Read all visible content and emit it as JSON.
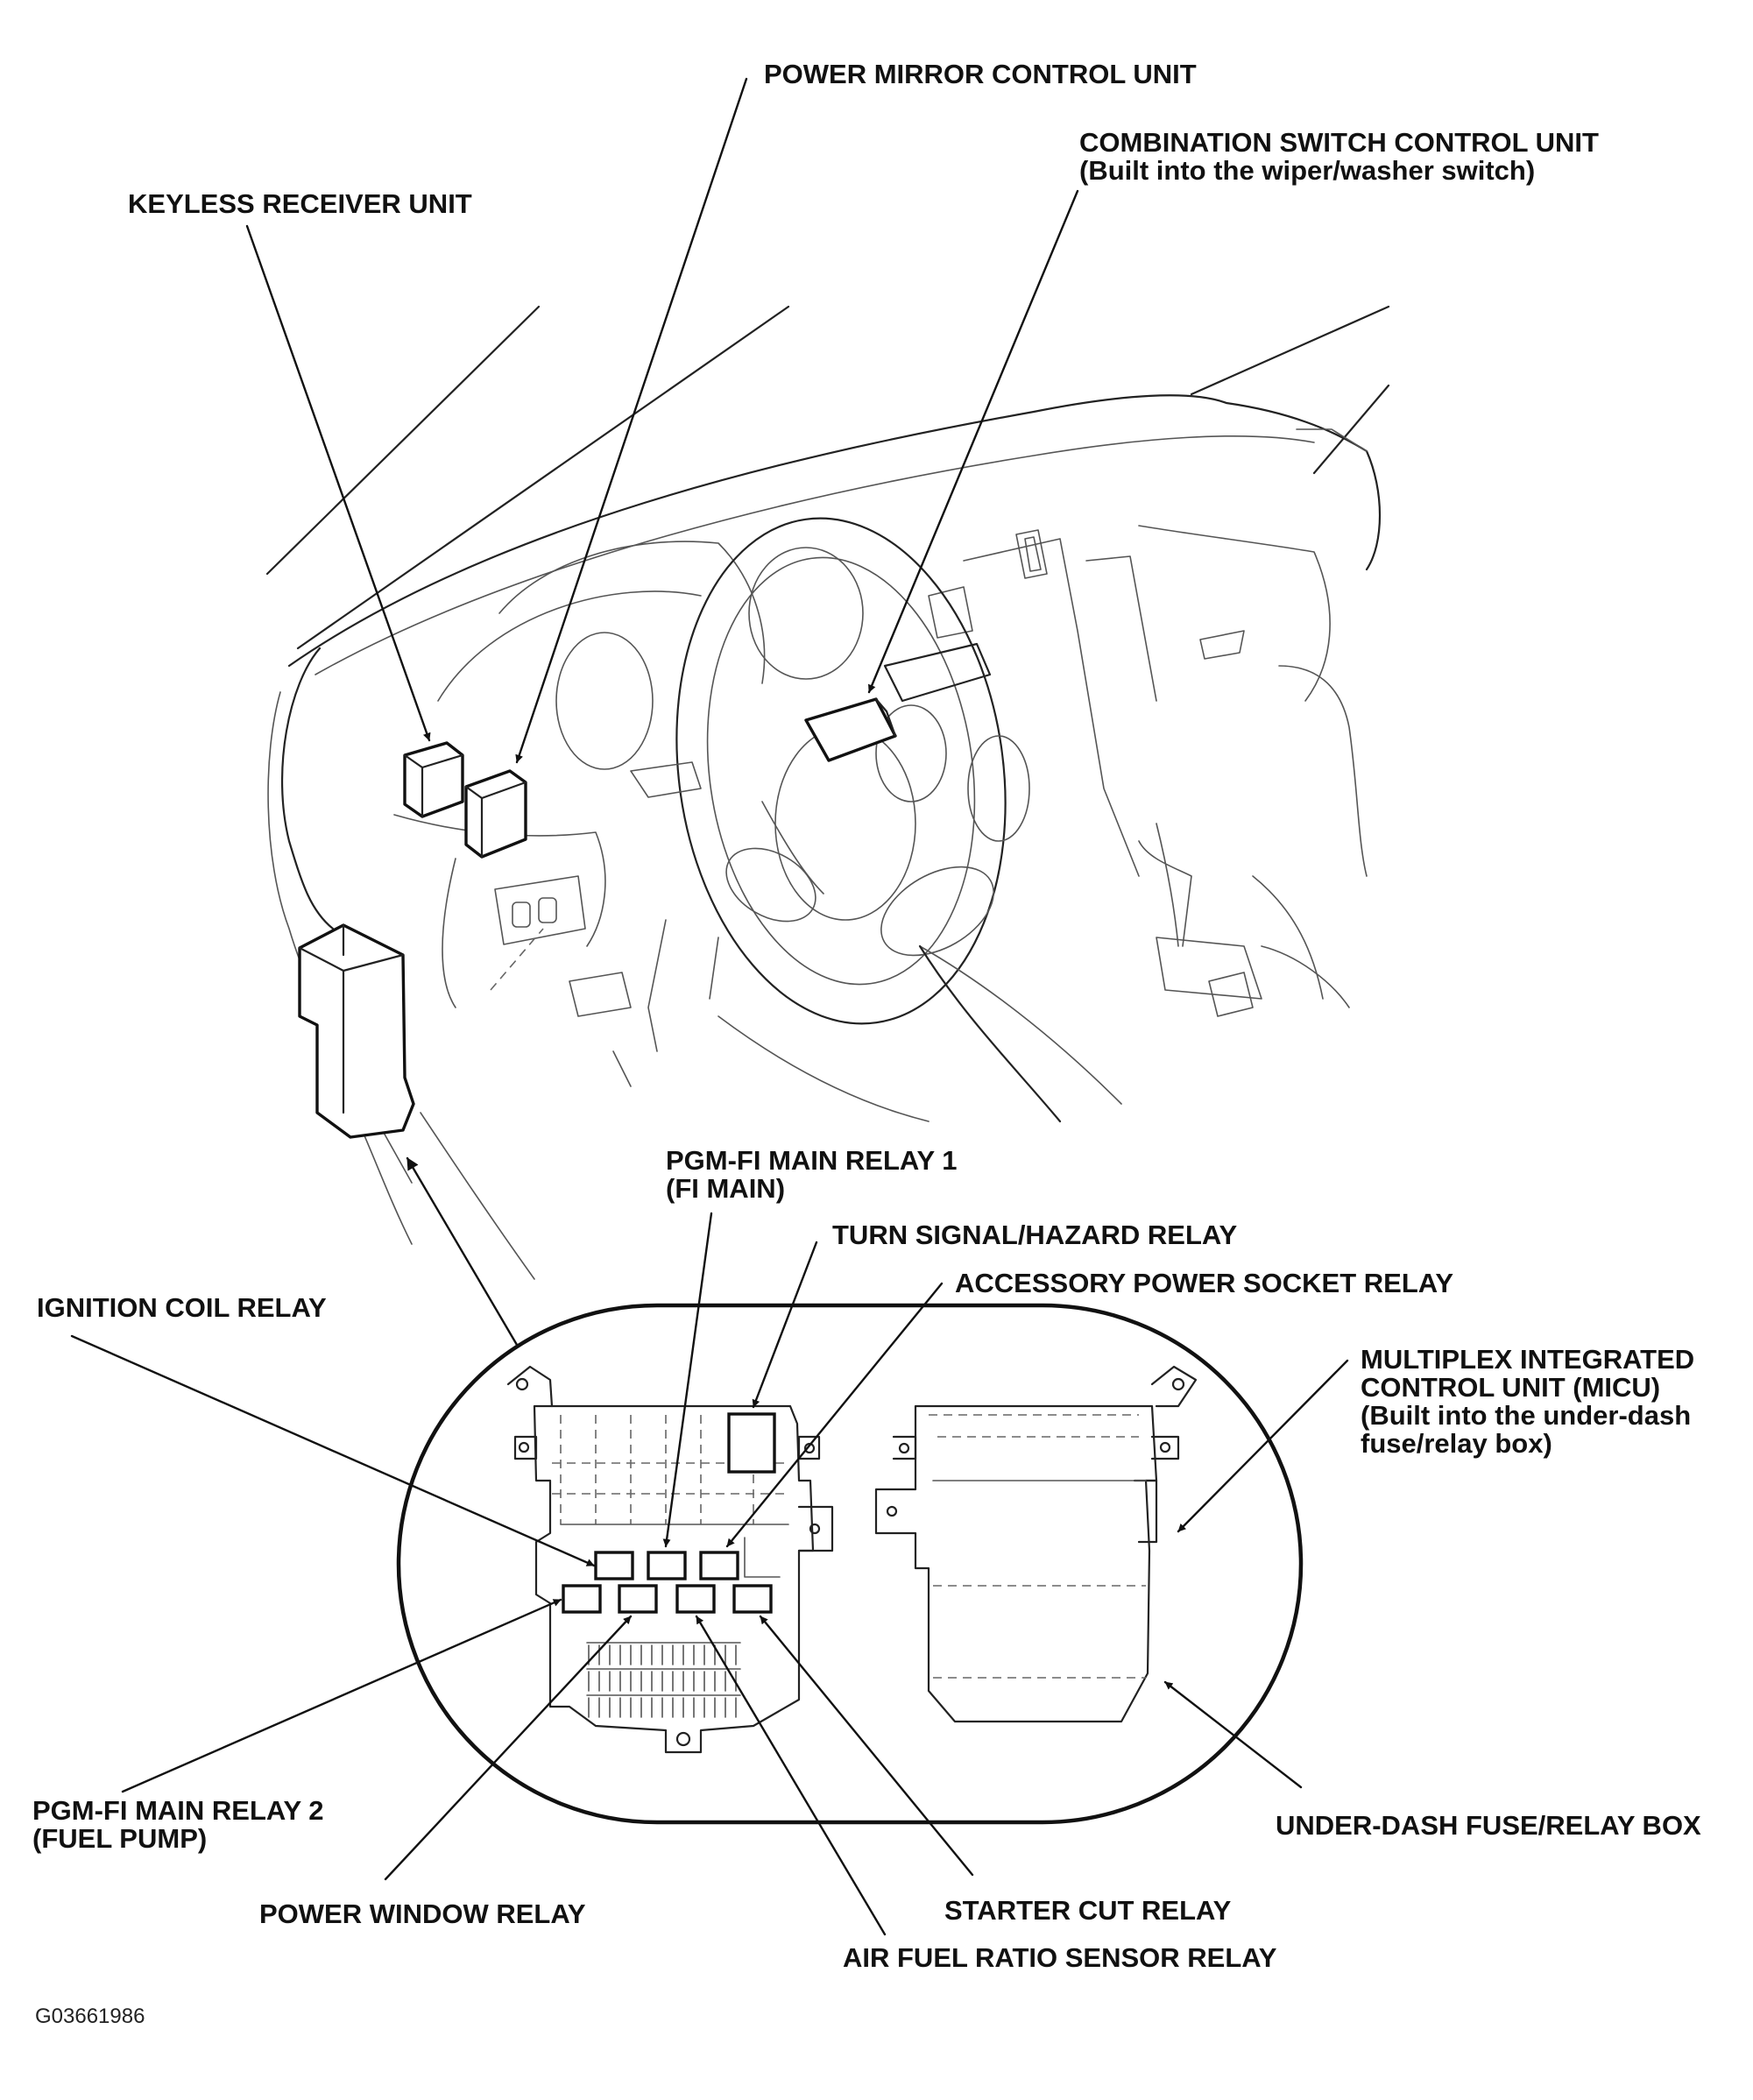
{
  "labels": {
    "power_mirror_control_unit": "POWER MIRROR CONTROL UNIT",
    "combination_switch_line1": "COMBINATION SWITCH CONTROL UNIT",
    "combination_switch_line2": "(Built into the wiper/washer switch)",
    "keyless_receiver_unit": "KEYLESS RECEIVER UNIT",
    "pgm_fi_main_relay_1_line1": "PGM-FI MAIN RELAY 1",
    "pgm_fi_main_relay_1_line2": "(FI MAIN)",
    "turn_signal_hazard_relay": "TURN SIGNAL/HAZARD RELAY",
    "accessory_power_socket_relay": "ACCESSORY POWER SOCKET RELAY",
    "ignition_coil_relay": "IGNITION COIL RELAY",
    "micu_line1": "MULTIPLEX INTEGRATED",
    "micu_line2": "CONTROL UNIT (MICU)",
    "micu_line3": "(Built into the under-dash",
    "micu_line4": "fuse/relay box)",
    "pgm_fi_main_relay_2_line1": "PGM-FI MAIN RELAY 2",
    "pgm_fi_main_relay_2_line2": "(FUEL PUMP)",
    "under_dash_fuse_relay_box": "UNDER-DASH FUSE/RELAY BOX",
    "power_window_relay": "POWER WINDOW RELAY",
    "starter_cut_relay": "STARTER CUT RELAY",
    "air_fuel_ratio_sensor_relay": "AIR FUEL RATIO SENSOR RELAY"
  },
  "figure_id": "G03661986"
}
